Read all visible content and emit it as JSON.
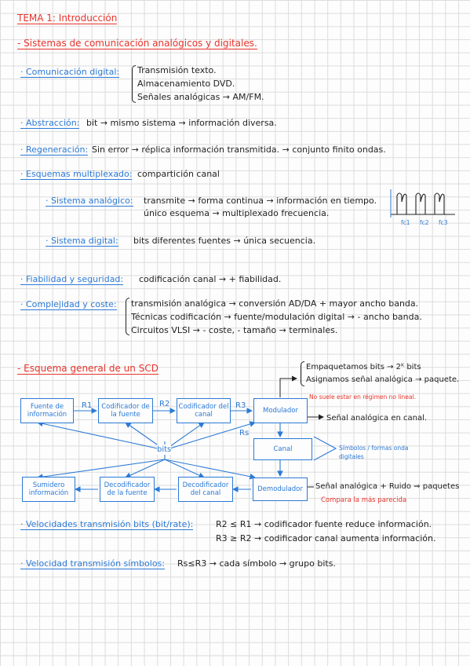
{
  "header": {
    "title": "TEMA 1: Introducción",
    "section1": "- Sistemas de comunicación analógicos y digitales."
  },
  "digital": {
    "label": "· Comunicación digital:",
    "items": [
      "Transmisión texto.",
      "Almacenamiento DVD.",
      "Señales analógicas → AM/FM."
    ]
  },
  "abstraccion": {
    "label": "· Abstracción:",
    "text": "bit → mismo sistema → información diversa."
  },
  "regeneracion": {
    "label": "· Regeneración:",
    "text": "Sin error → réplica información transmitida. → conjunto finito ondas."
  },
  "multiplexado": {
    "label": "· Esquemas multiplexado:",
    "text": "compartición canal"
  },
  "analogico": {
    "label": "· Sistema analógico:",
    "line1": "transmite → forma continua → información en tiempo.",
    "line2": "único esquema → multiplexado frecuencia.",
    "freq_labels": [
      "fc1",
      "fc2",
      "fc3"
    ]
  },
  "sdigital": {
    "label": "· Sistema digital:",
    "text": "bits diferentes fuentes → única secuencia."
  },
  "fiabilidad": {
    "label": "· Fiabilidad y seguridad:",
    "text": "codificación canal → + fiabilidad."
  },
  "complejidad": {
    "label": "· Complejidad y coste:",
    "items": [
      "transmisión analógica → conversión AD/DA + mayor ancho banda.",
      "Técnicas codificación → fuente/modulación digital → - ancho banda.",
      "Circuitos VLSI → - coste, - tamaño → terminales."
    ]
  },
  "scd": {
    "title": "- Esquema general de un SCD",
    "mod_notes": [
      "Empaquetamos bits → 2ᴷ bits",
      "Asignamos señal analógica → paquete."
    ],
    "mod_warning": "No suele estar en régimen no lineal.",
    "boxes": {
      "fuente": "Fuente de información",
      "cod_fuente": "Codificador de la fuente",
      "cod_canal": "Codificador del canal",
      "modulador": "Modulador",
      "canal": "Canal",
      "demodulador": "Demodulador",
      "dec_canal": "Decodificador del canal",
      "dec_fuente": "Decodificador de la fuente",
      "sumidero": "Sumidero información"
    },
    "rates": {
      "r1": "R1",
      "r2": "R2",
      "r3": "R3",
      "rs": "Rs",
      "bits": "bits"
    },
    "canal_note": "Señal analógica en canal.",
    "symbols_note": "Símbolos / formas onda digitales",
    "demod_note": "Señal analógica + Ruido ⇒ paquetes",
    "demod_warning": "Compara la más parecida"
  },
  "velocidades": {
    "label": "· Velocidades transmisión bits (bit/rate):",
    "line1": "R2 ≤ R1 → codificador fuente reduce información.",
    "line2": "R3 ≥ R2 → codificador canal aumenta información."
  },
  "vsimbolos": {
    "label": "· Velocidad transmisión símbolos:",
    "text": "Rs≤R3 → cada símbolo → grupo bits."
  }
}
